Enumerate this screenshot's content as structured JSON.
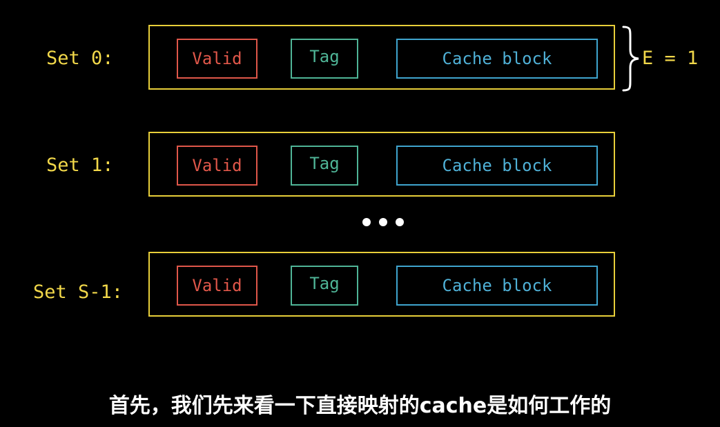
{
  "sets": [
    {
      "label": "Set 0:",
      "valid": "Valid",
      "tag": "Tag",
      "block": "Cache block"
    },
    {
      "label": "Set 1:",
      "valid": "Valid",
      "tag": "Tag",
      "block": "Cache block"
    },
    {
      "label": "Set S-1:",
      "valid": "Valid",
      "tag": "Tag",
      "block": "Cache block"
    }
  ],
  "brace_label": "E = 1",
  "caption": "首先，我们先来看一下直接映射的cache是如何工作的",
  "colors": {
    "background": "#000000",
    "set_frame": "#e8cf3a",
    "label_yellow": "#f2d84a",
    "valid": "#e0574a",
    "tag": "#4fb597",
    "block": "#3fa5cf",
    "ellipsis": "#ffffff",
    "caption": "#ffffff"
  },
  "icons": {
    "brace": "right-curly-brace-icon",
    "ellipsis": "vertical-dots-icon"
  }
}
